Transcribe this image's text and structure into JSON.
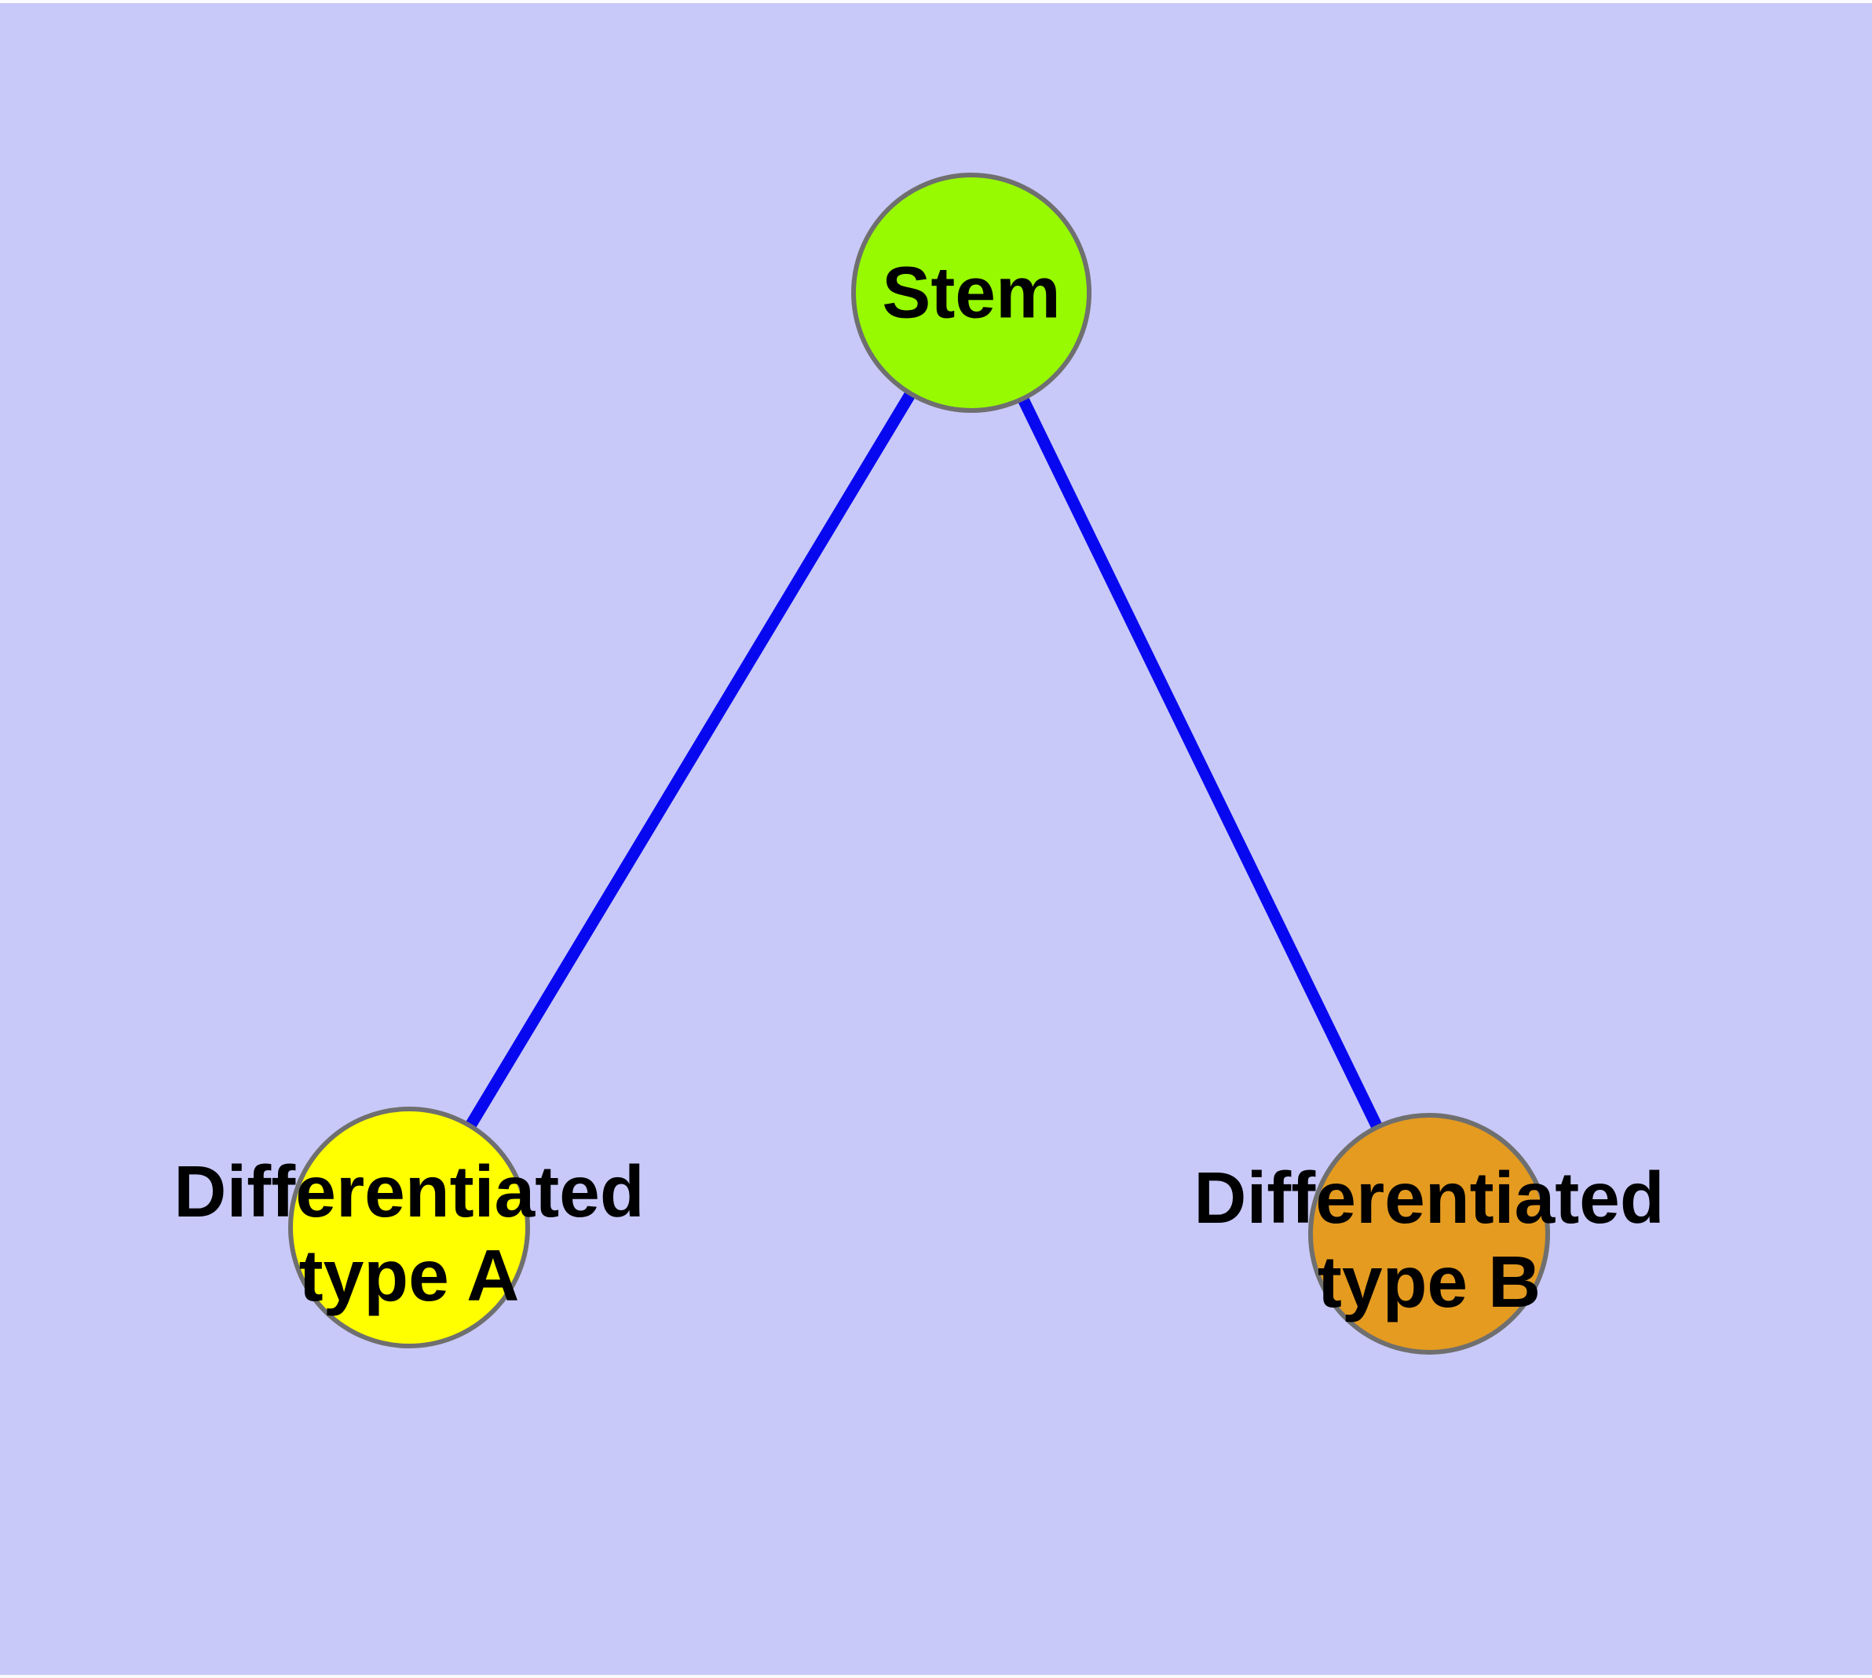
{
  "diagram": {
    "type": "graph",
    "background_color": "#c8c9f8",
    "text_color": "#000000",
    "node_border_color": "#6f6f6f",
    "edge_color": "#0808f0",
    "nodes": [
      {
        "id": "stem",
        "label": "Stem",
        "fill": "#97fa00"
      },
      {
        "id": "diff_a",
        "label": "Differentiated\ntype A",
        "fill": "#ffff00"
      },
      {
        "id": "diff_b",
        "label": "Differentiated\ntype B",
        "fill": "#e49b20"
      }
    ],
    "edges": [
      {
        "from": "stem",
        "to": "diff_a"
      },
      {
        "from": "stem",
        "to": "diff_b"
      }
    ]
  }
}
